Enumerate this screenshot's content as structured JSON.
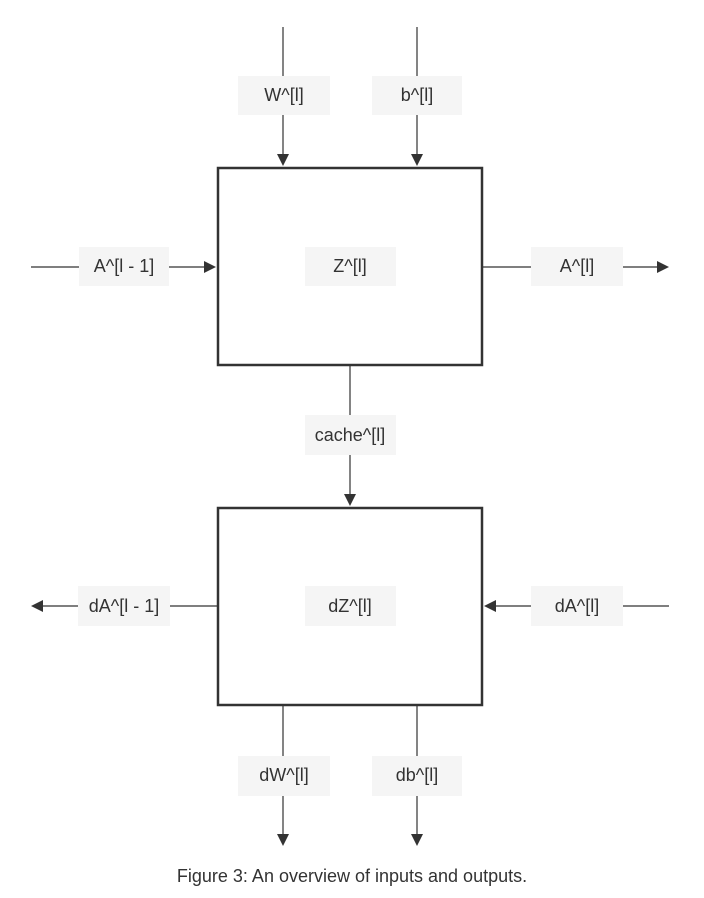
{
  "diagram": {
    "forward_box": {
      "label": "Z^[l]"
    },
    "backward_box": {
      "label": "dZ^[l]"
    },
    "inputs": {
      "weight": "W^[l]",
      "bias": "b^[l]",
      "prev_activation": "A^[l - 1]",
      "grad_activation": "dA^[l]"
    },
    "outputs": {
      "activation": "A^[l]",
      "cache": "cache^[l]",
      "grad_prev_activation": "dA^[l - 1]",
      "grad_weight": "dW^[l]",
      "grad_bias": "db^[l]"
    }
  },
  "caption": "Figure 3: An overview of inputs and outputs."
}
